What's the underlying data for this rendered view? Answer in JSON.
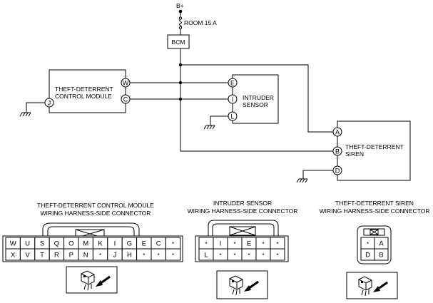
{
  "schematic": {
    "supply_label": "B+",
    "fuse_label": "ROOM 15 A",
    "bcm_label": "BCM",
    "module": {
      "label_line1": "THEFT-DETERRENT",
      "label_line2": "CONTROL MODULE",
      "pins": [
        "W",
        "C",
        "J"
      ]
    },
    "sensor": {
      "label_line1": "INTRUDER",
      "label_line2": "SENSOR",
      "pins": [
        "E",
        "I",
        "L"
      ]
    },
    "siren": {
      "label_line1": "THEFT-DETERRENT",
      "label_line2": "SIREN",
      "pins": [
        "A",
        "B",
        "D"
      ]
    }
  },
  "connectors": {
    "control_module": {
      "title_line1": "THEFT-DETERRENT CONTROL MODULE",
      "title_line2": "WIRING HARNESS-SIDE CONNECTOR",
      "row1": [
        "W",
        "U",
        "S",
        "Q",
        "O",
        "M",
        "K",
        "I",
        "G",
        "E",
        "C",
        "*"
      ],
      "row2": [
        "X",
        "V",
        "T",
        "R",
        "P",
        "N",
        "*",
        "J",
        "H",
        "*",
        "*",
        "*"
      ]
    },
    "intruder_sensor": {
      "title_line1": "INTRUDER SENSOR",
      "title_line2": "WIRING HARNESS-SIDE CONNECTOR",
      "row1": [
        "*",
        "I",
        "*",
        "E",
        "*",
        "*"
      ],
      "row2": [
        "L",
        "*",
        "*",
        "*",
        "*",
        "*"
      ]
    },
    "siren": {
      "title_line1": "THEFT-DETERRENT SIREN",
      "title_line2": "WIRING HARNESS-SIDE CONNECTOR",
      "row1": [
        "*",
        "A"
      ],
      "row2": [
        "D",
        "B"
      ]
    }
  }
}
